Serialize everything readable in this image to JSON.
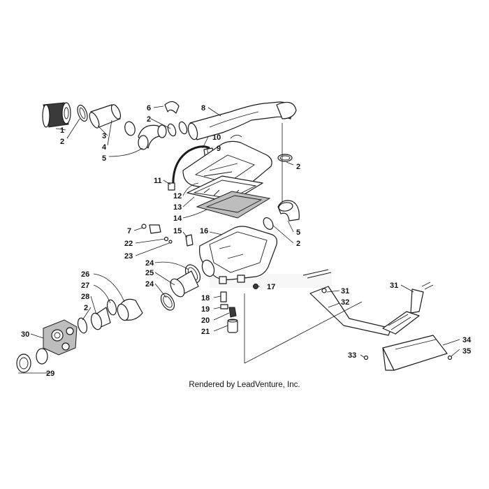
{
  "diagram": {
    "credit": "Rendered by LeadVenture, Inc.",
    "callouts": [
      {
        "id": "c1",
        "text": "1"
      },
      {
        "id": "c2a",
        "text": "2"
      },
      {
        "id": "c3",
        "text": "3"
      },
      {
        "id": "c4",
        "text": "4"
      },
      {
        "id": "c5a",
        "text": "5"
      },
      {
        "id": "c6",
        "text": "6"
      },
      {
        "id": "c2b",
        "text": "2"
      },
      {
        "id": "c8",
        "text": "8"
      },
      {
        "id": "c10",
        "text": "10"
      },
      {
        "id": "c9",
        "text": "9"
      },
      {
        "id": "c2c",
        "text": "2"
      },
      {
        "id": "c11",
        "text": "11"
      },
      {
        "id": "c12",
        "text": "12"
      },
      {
        "id": "c13",
        "text": "13"
      },
      {
        "id": "c14",
        "text": "14"
      },
      {
        "id": "c7",
        "text": "7"
      },
      {
        "id": "c15",
        "text": "15"
      },
      {
        "id": "c16",
        "text": "16"
      },
      {
        "id": "c5b",
        "text": "5"
      },
      {
        "id": "c2d",
        "text": "2"
      },
      {
        "id": "c22",
        "text": "22"
      },
      {
        "id": "c23",
        "text": "23"
      },
      {
        "id": "c24a",
        "text": "24"
      },
      {
        "id": "c25",
        "text": "25"
      },
      {
        "id": "c24b",
        "text": "24"
      },
      {
        "id": "c17",
        "text": "17"
      },
      {
        "id": "c26",
        "text": "26"
      },
      {
        "id": "c27",
        "text": "27"
      },
      {
        "id": "c28",
        "text": "28"
      },
      {
        "id": "c2e",
        "text": "2"
      },
      {
        "id": "c18",
        "text": "18"
      },
      {
        "id": "c19",
        "text": "19"
      },
      {
        "id": "c20",
        "text": "20"
      },
      {
        "id": "c21",
        "text": "21"
      },
      {
        "id": "c31a",
        "text": "31"
      },
      {
        "id": "c32",
        "text": "32"
      },
      {
        "id": "c31b",
        "text": "31"
      },
      {
        "id": "c30",
        "text": "30"
      },
      {
        "id": "c29",
        "text": "29"
      },
      {
        "id": "c33",
        "text": "33"
      },
      {
        "id": "c34",
        "text": "34"
      },
      {
        "id": "c35",
        "text": "35"
      }
    ]
  }
}
